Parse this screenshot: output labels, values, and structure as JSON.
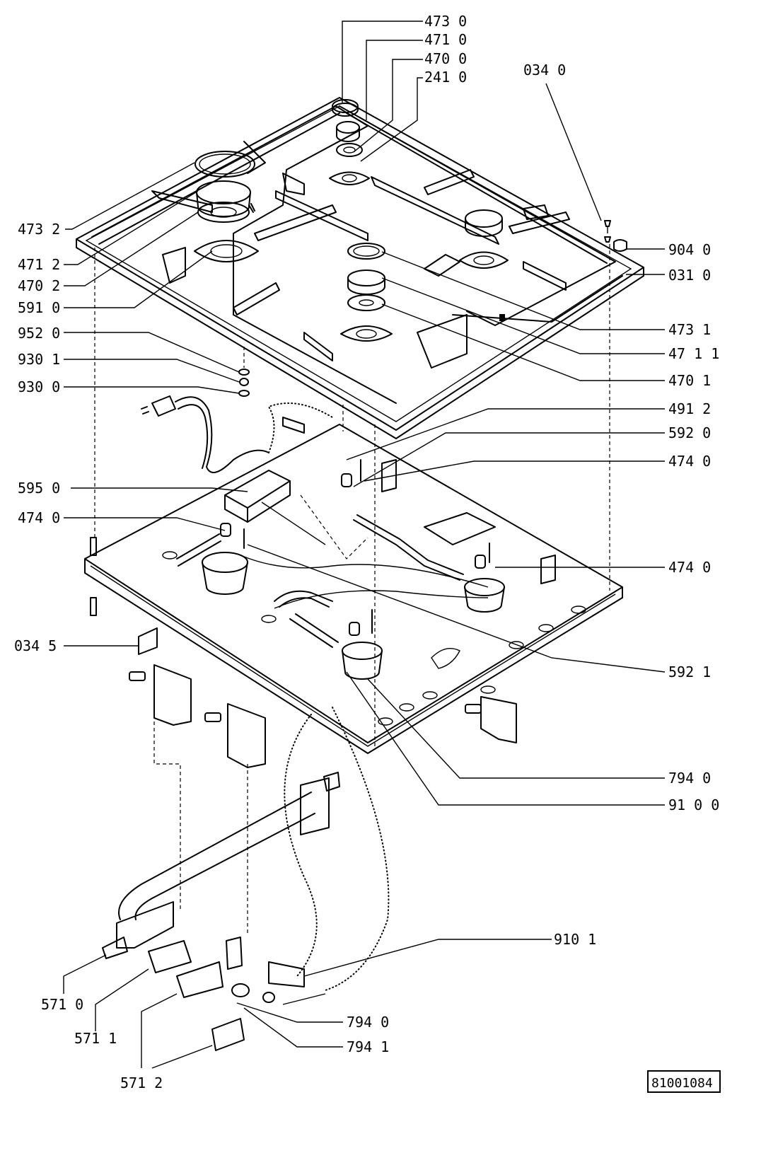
{
  "document_number": "81001084",
  "callouts": [
    {
      "id": "c-473-0-top",
      "label": "473  0"
    },
    {
      "id": "c-471-0-top",
      "label": "471  0"
    },
    {
      "id": "c-470-0-top",
      "label": "470  0"
    },
    {
      "id": "c-241-0",
      "label": "241  0"
    },
    {
      "id": "c-034-0",
      "label": "034  0"
    },
    {
      "id": "c-473-2",
      "label": "473  2"
    },
    {
      "id": "c-904-0",
      "label": "904  0"
    },
    {
      "id": "c-471-2",
      "label": "471  2"
    },
    {
      "id": "c-031-0",
      "label": "031  0"
    },
    {
      "id": "c-470-2",
      "label": "470  2"
    },
    {
      "id": "c-591-0",
      "label": "591  0"
    },
    {
      "id": "c-473-1",
      "label": "473  1"
    },
    {
      "id": "c-952-0",
      "label": "952  0"
    },
    {
      "id": "c-471-1",
      "label": "47 1  1"
    },
    {
      "id": "c-930-1",
      "label": "930  1"
    },
    {
      "id": "c-470-1",
      "label": "470  1"
    },
    {
      "id": "c-930-0",
      "label": "930  0"
    },
    {
      "id": "c-491-2",
      "label": "491  2"
    },
    {
      "id": "c-592-0",
      "label": "592  0"
    },
    {
      "id": "c-474-0-r1",
      "label": "474  0"
    },
    {
      "id": "c-595-0",
      "label": "595  0"
    },
    {
      "id": "c-474-0-l",
      "label": "474  0"
    },
    {
      "id": "c-474-0-r2",
      "label": "474  0"
    },
    {
      "id": "c-034-5",
      "label": "034  5"
    },
    {
      "id": "c-592-1",
      "label": "592  1"
    },
    {
      "id": "c-794-0-r",
      "label": "794  0"
    },
    {
      "id": "c-910-0",
      "label": "91 0  0"
    },
    {
      "id": "c-910-1",
      "label": "910  1"
    },
    {
      "id": "c-571-0",
      "label": "571  0"
    },
    {
      "id": "c-794-0-b",
      "label": "794  0"
    },
    {
      "id": "c-571-1",
      "label": "571  1"
    },
    {
      "id": "c-794-1",
      "label": "794  1"
    },
    {
      "id": "c-571-2",
      "label": "571  2"
    }
  ]
}
